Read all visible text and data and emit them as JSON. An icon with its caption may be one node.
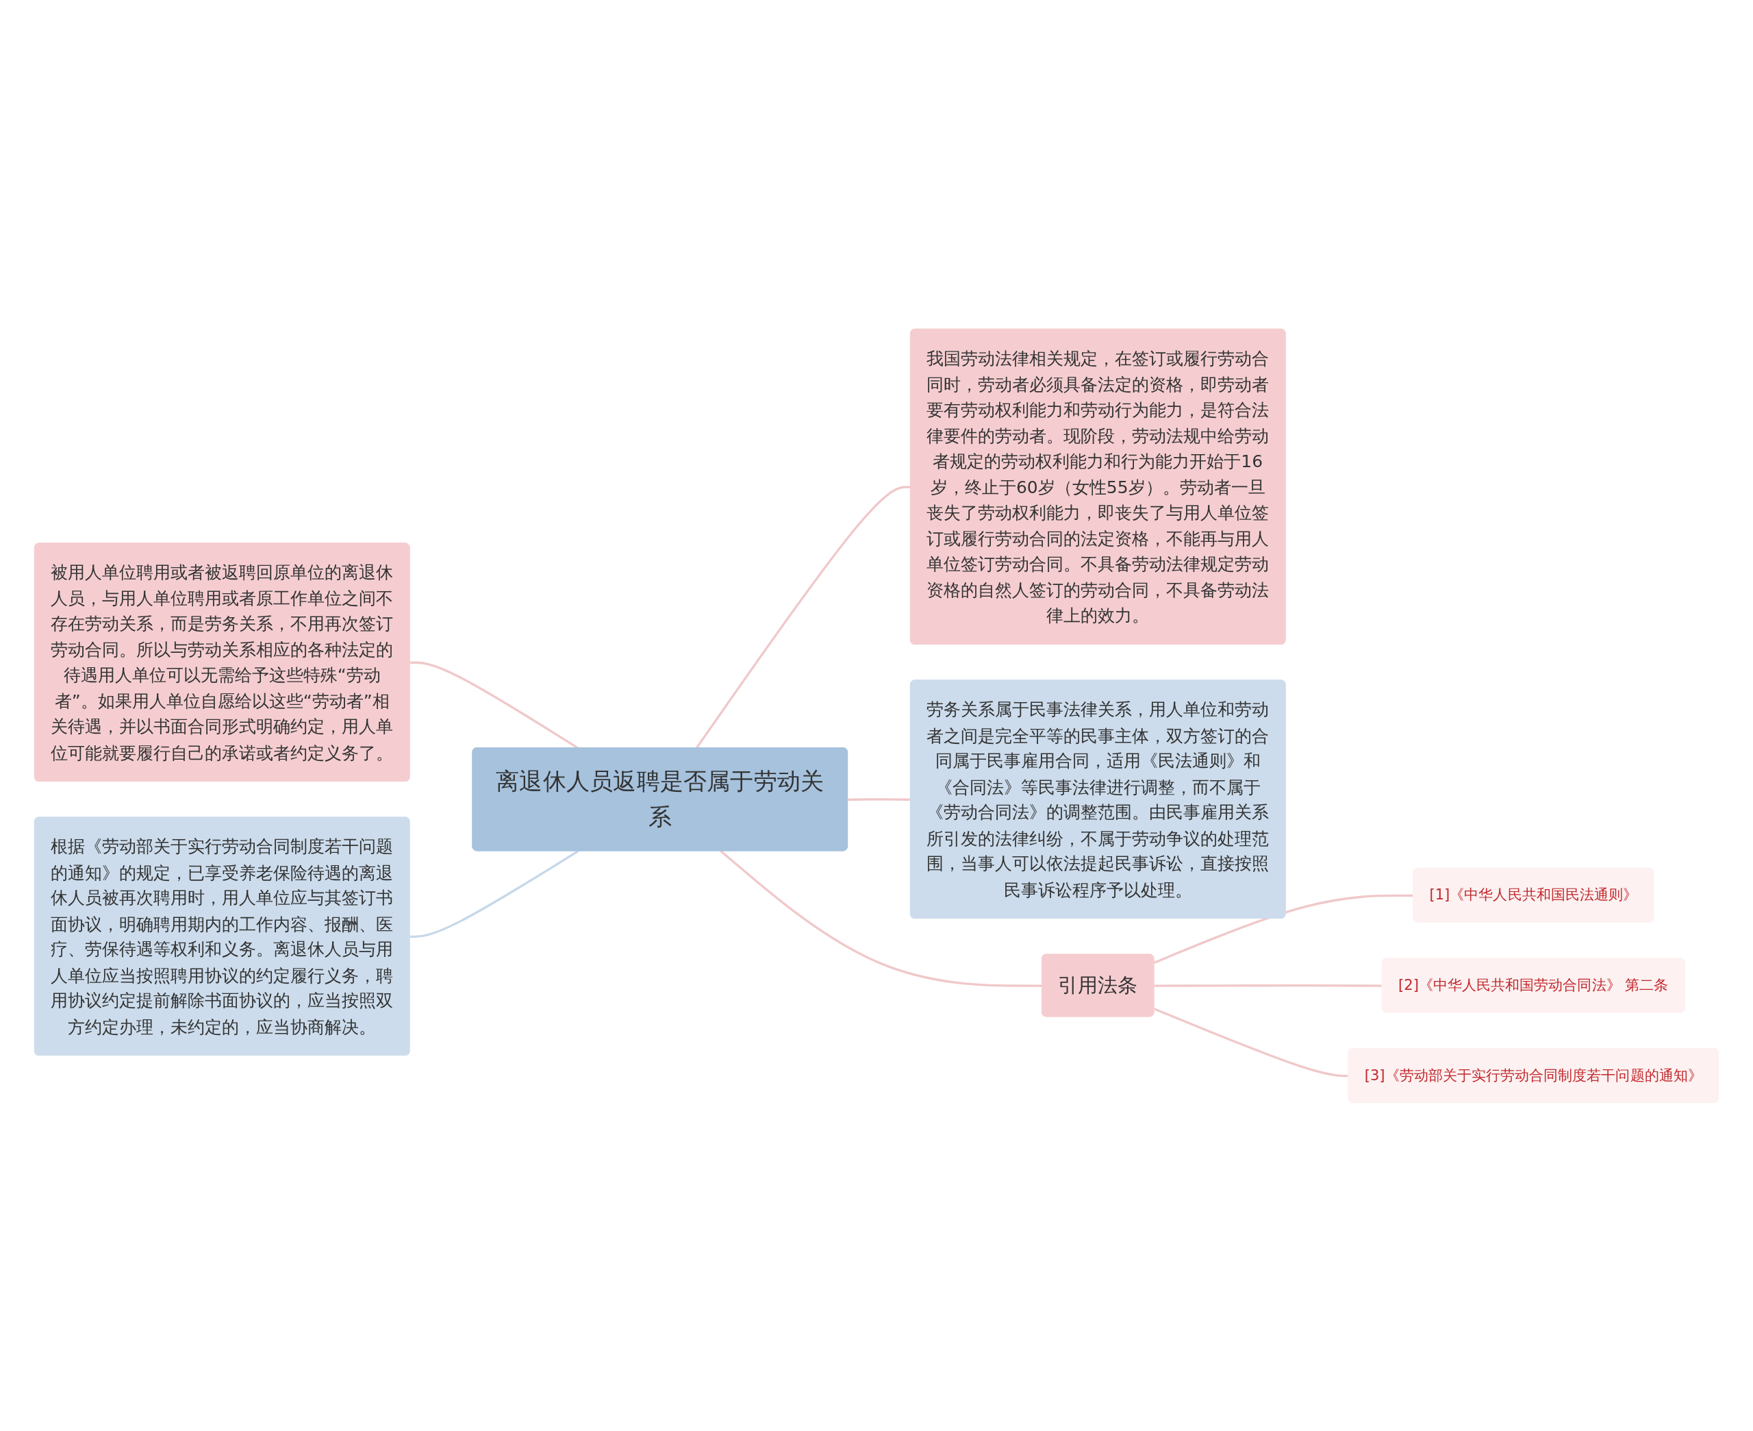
{
  "diagram": {
    "nodes": [
      {
        "text": [
          "离退休人员返聘是否属于劳动关系"
        ]
      },
      {
        "text": [
          "被用人单位聘用或者被返聘回原单位的离退休人员，与用人单位聘用或者原工作单位之间不存在劳动关系，而是劳务关系，不用再次签订劳动合同。所以与劳动关系相应的各种法定的待遇用人单位可以无需给予这些特殊“劳动者”。如果用人单位自愿给以这些“劳动者”相关待遇，并以书面合同形式明确约定，用人单位可能就要履行自己的承诺或者约定义务了。"
        ]
      },
      {
        "text": [
          "根据《劳动部关于实行劳动合同制度若干问题的通知》的规定，已享受养老保险待遇的离退休人员被再次聘用时，用人单位应与其签订书面协议，明确聘用期内的工作内容、报酬、医疗、劳保待遇等权利和义务。离退休人员与用人单位应当按照聘用协议的约定履行义务，聘用协议约定提前解除书面协议的，应当按照双方约定办理，未约定的，应当协商解决。"
        ]
      },
      {
        "text": [
          "我国劳动法律相关规定，在签订或履行劳动合同时，劳动者必须具备法定的资格，即劳动者要有劳动权利能力和劳动行为能力，是符合法律要件的劳动者。现阶段，劳动法规中给劳动者规定的劳动权利能力和行为能力开始于16岁，终止于60岁（女性55岁）。劳动者一旦丧失了劳动权利能力，即丧失了与用人单位签订或履行劳动合同的法定资格，不能再与用人单位签订劳动合同。不具备劳动法律规定劳动资格的自然人签订的劳动合同，不具备劳动法律上的效力。"
        ]
      },
      {
        "text": [
          "劳务关系属于民事法律关系，用人单位和劳动者之间是完全平等的民事主体，双方签订的合同属于民事雇用合同，适用《民法通则》和《合同法》等民事法律进行调整，而不属于《劳动合同法》的调整范围。由民事雇用关系所引发的法律纠纷，不属于劳动争议的处理范围，当事人可以依法提起民事诉讼，直接按照民事诉讼程序予以处理。"
        ]
      },
      {
        "text": [
          "引用法条"
        ]
      },
      {
        "text": [
          "[1]《中华人民共和国民法通则》"
        ]
      },
      {
        "text": [
          "[2]《中华人民共和国劳动合同法》 第二条"
        ]
      },
      {
        "text": [
          "[3]《劳动部关于实行劳动合同制度若干问题的通知》"
        ]
      }
    ],
    "edges": [
      {
        "from": 0,
        "to": 1,
        "arrow": "none"
      },
      {
        "from": 0,
        "to": 2,
        "arrow": "none",
        "color": "#c6d8ea"
      },
      {
        "from": 0,
        "to": 3,
        "arrow": "none"
      },
      {
        "from": 0,
        "to": 4,
        "arrow": "none"
      },
      {
        "from": 0,
        "to": 5,
        "arrow": "none"
      },
      {
        "from": 5,
        "to": 6,
        "arrow": "none"
      },
      {
        "from": 5,
        "to": 7,
        "arrow": "none"
      },
      {
        "from": 5,
        "to": 8,
        "arrow": "none"
      }
    ]
  }
}
